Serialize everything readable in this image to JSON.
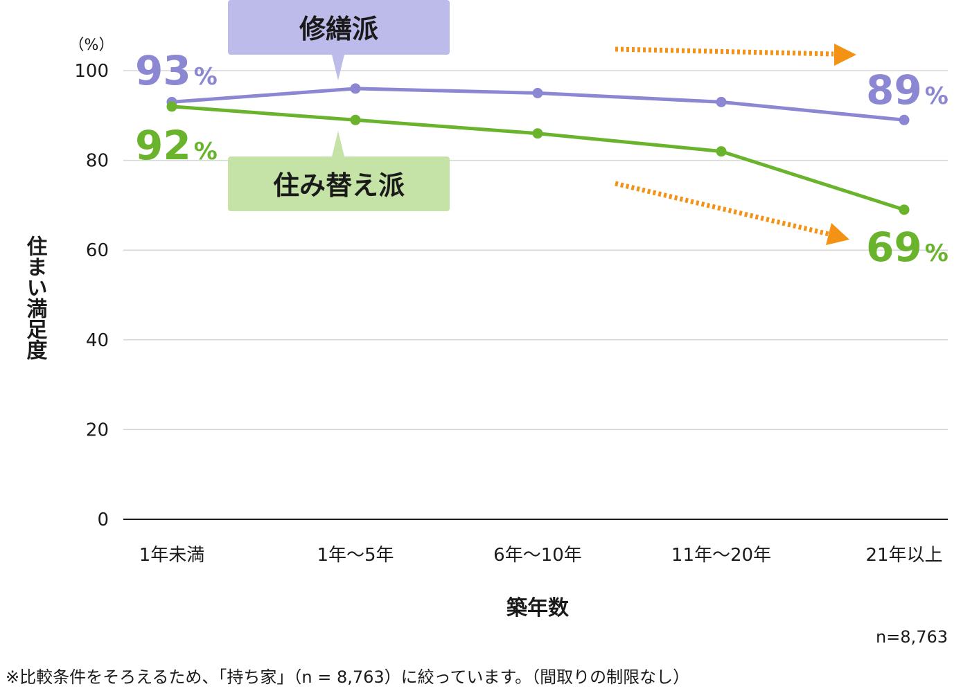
{
  "chart_data": {
    "type": "line",
    "categories": [
      "1年未満",
      "1年〜5年",
      "6年〜10年",
      "11年〜20年",
      "21年以上"
    ],
    "series": [
      {
        "name": "修繕派",
        "color": "#8c87d2",
        "values": [
          93,
          96,
          95,
          93,
          89
        ]
      },
      {
        "name": "住み替え派",
        "color": "#6ab42d",
        "values": [
          92,
          89,
          86,
          82,
          69
        ]
      }
    ],
    "ylim": [
      0,
      100
    ],
    "yticks": [
      0,
      20,
      40,
      60,
      80,
      100
    ],
    "y_unit": "（%）",
    "ylabel": "住まい満足度",
    "xlabel": "築年数",
    "grid": true,
    "callouts": [
      {
        "series": 0,
        "index": 0,
        "value": "93",
        "unit": "%"
      },
      {
        "series": 1,
        "index": 0,
        "value": "92",
        "unit": "%"
      },
      {
        "series": 0,
        "index": 4,
        "value": "89",
        "unit": "%"
      },
      {
        "series": 1,
        "index": 4,
        "value": "69",
        "unit": "%"
      }
    ],
    "legend_fills": [
      "#bcbbe9",
      "#c5e3a6"
    ],
    "arrow_color": "#f39214",
    "sample_label": "n=8,763",
    "footnote": "※比較条件をそろえるため、「持ち家」（n = 8,763）に絞っています。（間取りの制限なし）"
  }
}
